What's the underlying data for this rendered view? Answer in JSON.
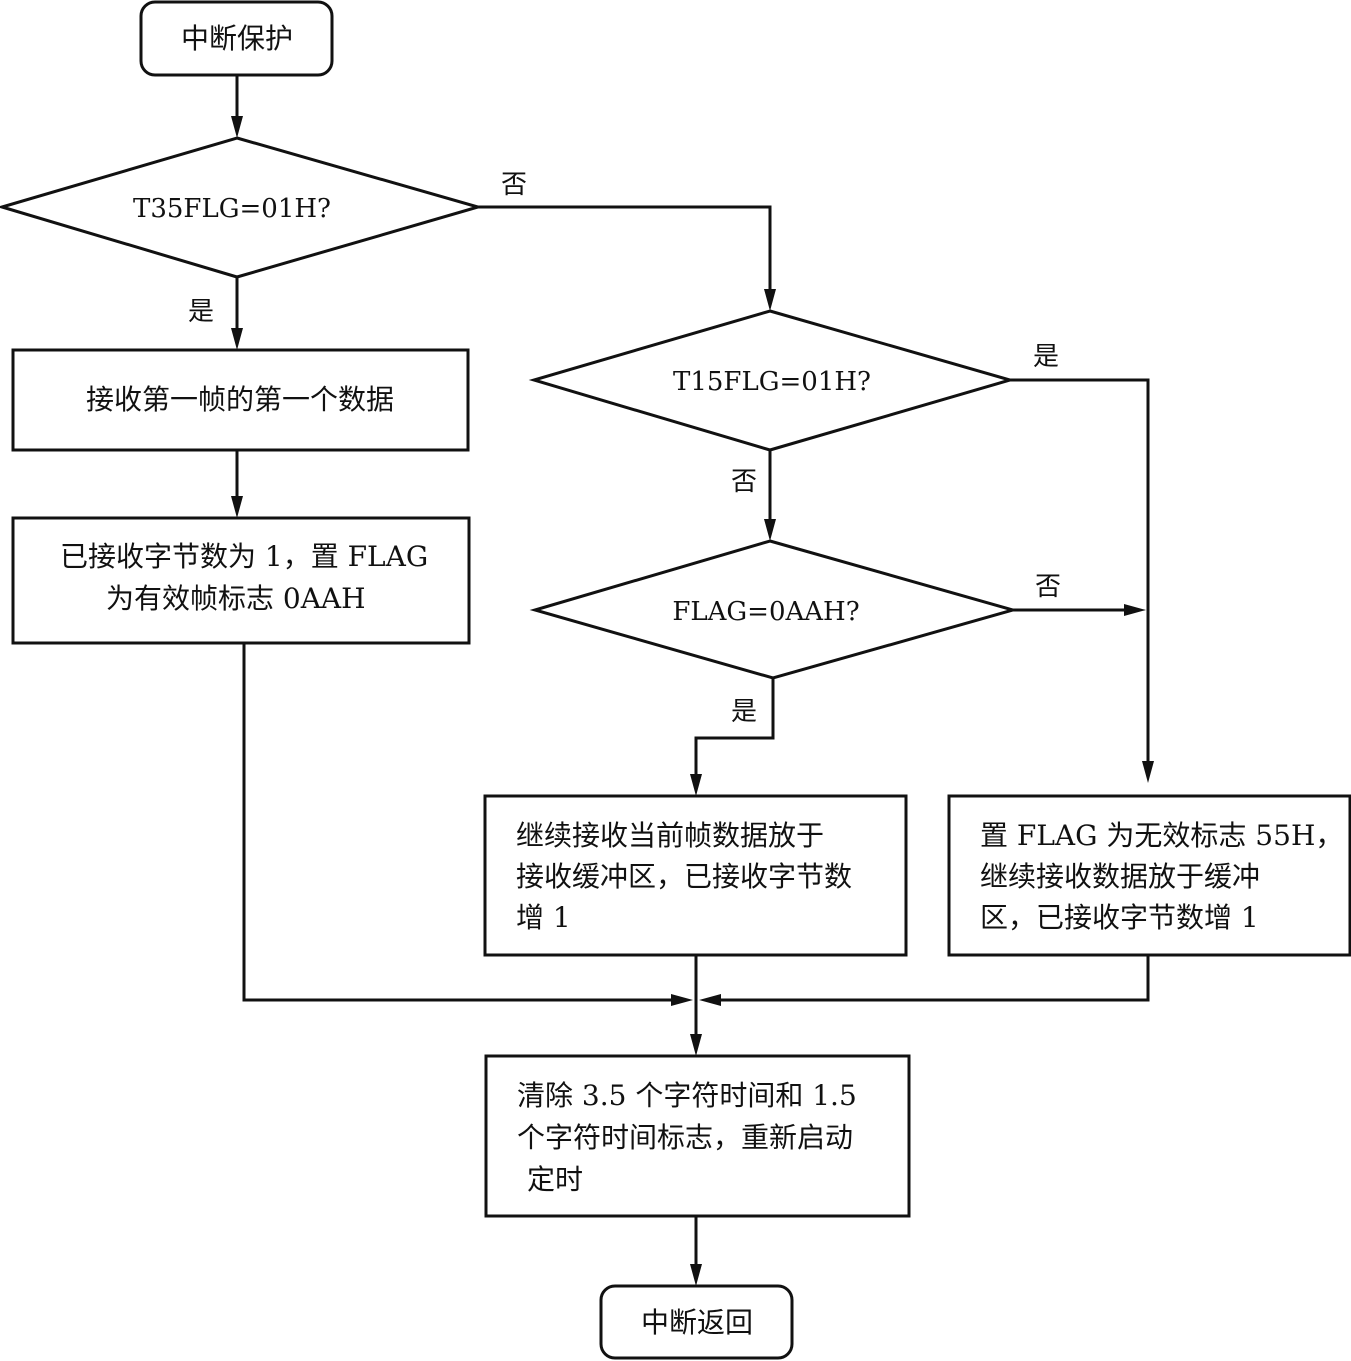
{
  "diagram": {
    "start": "中断保护",
    "decision_t35": "T35FLG=01H?",
    "decision_t15": "T15FLG=01H?",
    "decision_flag": "FLAG=0AAH?",
    "receive_first": "接收第一帧的第一个数据",
    "set_valid": [
      "已接收字节数为 1，置 FLAG",
      "为有效帧标志 0AAH"
    ],
    "continue_receive": [
      "继续接收当前帧数据放于",
      "接收缓冲区，已接收字节数",
      "增 1"
    ],
    "set_invalid": [
      "置 FLAG 为无效标志 55H，",
      "继续接收数据放于缓冲",
      "区，已接收字节数增 1"
    ],
    "clear_restart": [
      "清除 3.5 个字符时间和 1.5",
      "个字符时间标志，重新启动",
      "定时"
    ],
    "end": "中断返回",
    "labels": {
      "t35_no": "否",
      "t35_yes": "是",
      "t15_yes": "是",
      "t15_no": "否",
      "flag_no": "否",
      "flag_yes": "是"
    }
  }
}
